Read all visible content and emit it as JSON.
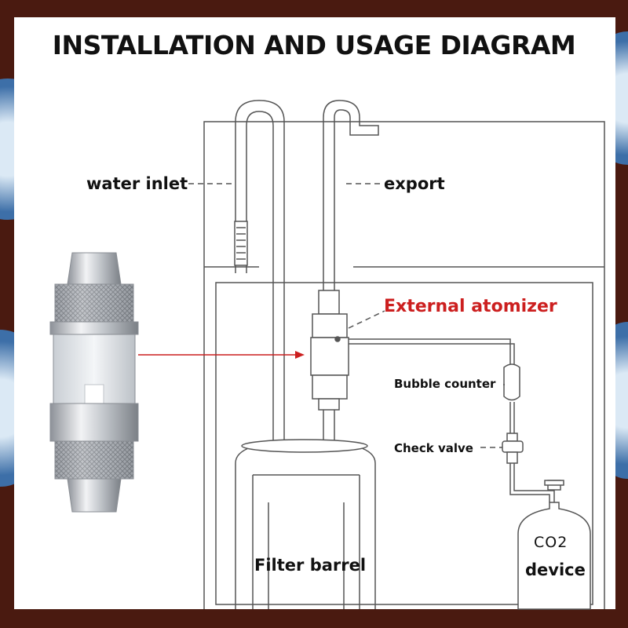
{
  "title": "INSTALLATION AND USAGE DIAGRAM",
  "labels": {
    "water_inlet": "water inlet",
    "export": "export",
    "external_atomizer": "External atomizer",
    "bubble_counter": "Bubble counter",
    "check_valve": "Check valve",
    "co2": "CO2",
    "device": "device",
    "filter_barrel": "Filter barrel"
  },
  "colors": {
    "frame_background": "#4a1a10",
    "panel": "#ffffff",
    "line": "#555555",
    "highlight": "#cc1f1f",
    "metal": "#b8bcc2"
  }
}
